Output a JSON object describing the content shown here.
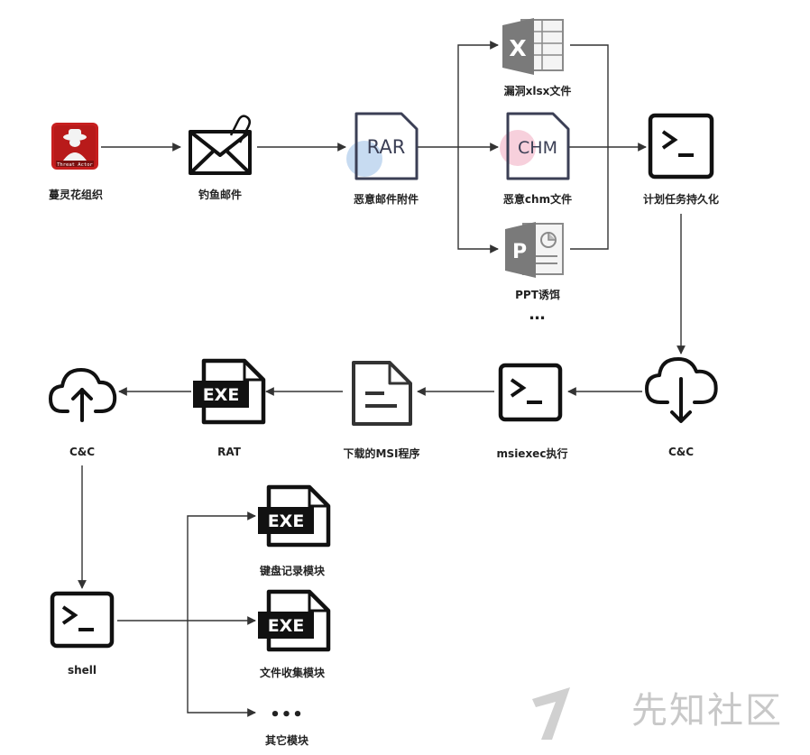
{
  "nodes": {
    "group": {
      "label": "蔓灵花组织",
      "badge": "Threat Actor"
    },
    "phish": {
      "label": "钓鱼邮件"
    },
    "rar": {
      "label": "恶意邮件附件",
      "icon_text": "RAR"
    },
    "xlsx": {
      "label": "漏洞xlsx文件",
      "icon_text": "X"
    },
    "chm": {
      "label": "恶意chm文件",
      "icon_text": "CHM"
    },
    "ppt": {
      "label": "PPT诱饵",
      "icon_text": "P"
    },
    "more1": {
      "label": "…"
    },
    "task": {
      "label": "计划任务持久化"
    },
    "cc1": {
      "label": "C&C"
    },
    "msiexec": {
      "label": "msiexec执行"
    },
    "msi": {
      "label": "下载的MSI程序"
    },
    "rat": {
      "label": "RAT",
      "icon_text": "EXE"
    },
    "cc2": {
      "label": "C&C"
    },
    "shell": {
      "label": "shell"
    },
    "keylog": {
      "label": "键盘记录模块",
      "icon_text": "EXE"
    },
    "filecol": {
      "label": "文件收集模块",
      "icon_text": "EXE"
    },
    "more2": {
      "label": "其它模块"
    }
  },
  "watermark": {
    "text": "先知社区"
  },
  "colors": {
    "line": "#333333",
    "icon": "#111111",
    "rar_fill": "#eef0f5",
    "rar_circle": "#b9d2ee",
    "chm_circle": "#f6c8d6",
    "office_gray": "#7a7a7a",
    "badge_red": "#c71f1f"
  }
}
